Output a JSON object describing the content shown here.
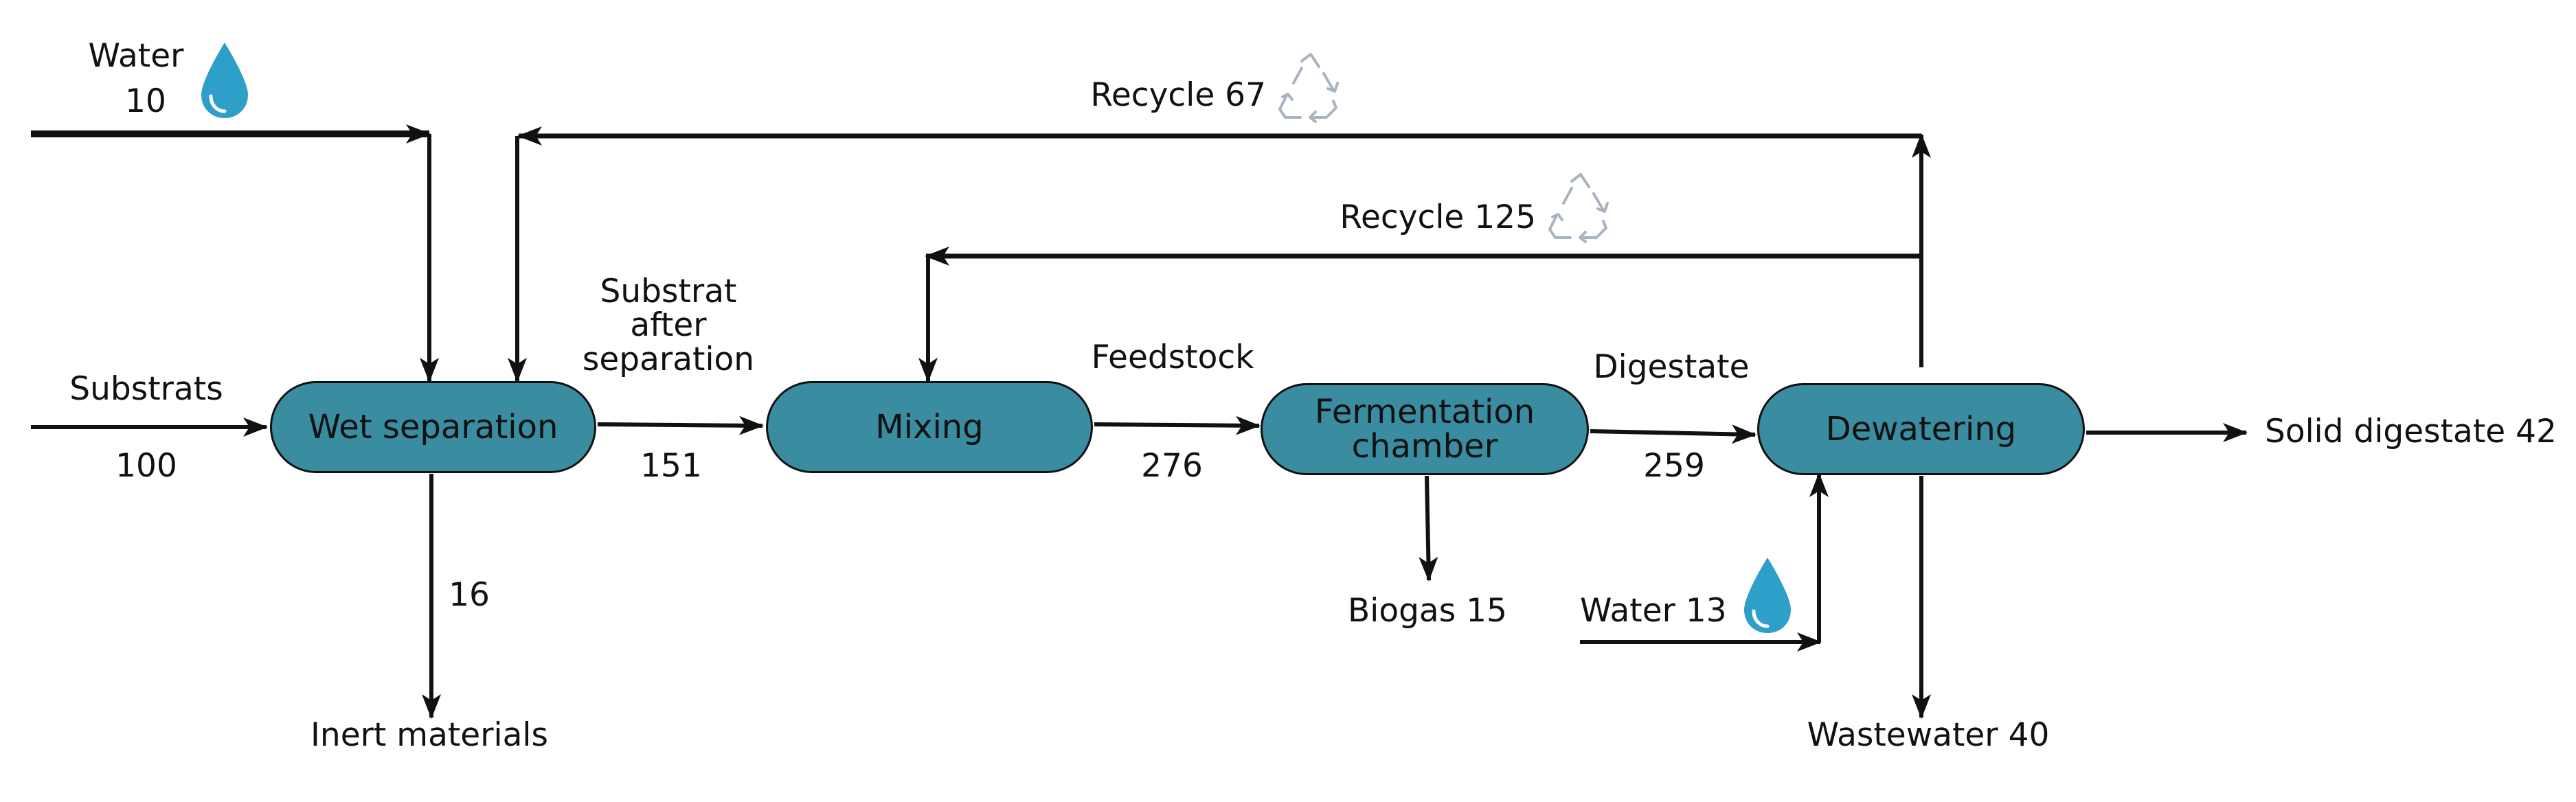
{
  "colors": {
    "unit_fill": "#3a8da0",
    "line": "#111111",
    "water_drop": "#2e9fc9",
    "recycle_icon": "#a9b4c2"
  },
  "units": {
    "wet_separation": "Wet separation",
    "mixing": "Mixing",
    "fermentation": [
      "Fermentation",
      "chamber"
    ],
    "dewatering": "Dewatering"
  },
  "streams": {
    "water_in": {
      "label": "Water",
      "value": "10"
    },
    "substrats": {
      "label": "Substrats",
      "value": "100"
    },
    "substrat_after_separation": {
      "lines": [
        "Substrat",
        "after",
        "separation"
      ],
      "value": "151"
    },
    "feedstock": {
      "label": "Feedstock",
      "value": "276"
    },
    "digestate": {
      "label": "Digestate",
      "value": "259"
    },
    "inert": {
      "value": "16",
      "label": "Inert materials"
    },
    "biogas": "Biogas 15",
    "water_13": "Water 13",
    "wastewater": "Wastewater 40",
    "solid_digestate": "Solid digestate 42",
    "recycle_67": "Recycle 67",
    "recycle_125": "Recycle 125"
  },
  "icons": {
    "water_drops": [
      "water-drop-icon",
      "water-drop-icon"
    ],
    "recycle": [
      "recycle-icon",
      "recycle-icon"
    ]
  }
}
